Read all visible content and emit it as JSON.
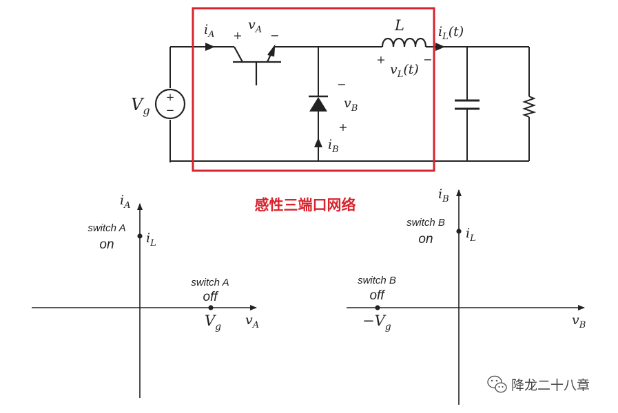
{
  "circuit": {
    "source": {
      "main": "V",
      "sub": "g"
    },
    "source_plus": "+",
    "source_minus": "−",
    "ia": {
      "main": "i",
      "sub": "A"
    },
    "va": {
      "main": "v",
      "sub": "A"
    },
    "va_plus": "+",
    "va_minus": "−",
    "inductor": "L",
    "il": {
      "main": "i",
      "sub": "L",
      "suffix": "(t)"
    },
    "vl": {
      "main": "v",
      "sub": "L",
      "suffix": "(t)"
    },
    "vl_plus": "+",
    "vl_minus": "−",
    "vb": {
      "main": "v",
      "sub": "B"
    },
    "vb_minus": "−",
    "vb_plus": "+",
    "ib": {
      "main": "i",
      "sub": "B"
    }
  },
  "highlight": {
    "caption": "感性三端口网络",
    "color": "#d9232c"
  },
  "plot_a": {
    "y_axis": {
      "main": "i",
      "sub": "A"
    },
    "x_axis": {
      "main": "v",
      "sub": "A"
    },
    "on_label": [
      "switch A",
      "on"
    ],
    "on_value": {
      "main": "i",
      "sub": "L"
    },
    "off_label": [
      "switch A",
      "off"
    ],
    "off_value": {
      "main": "V",
      "sub": "g"
    }
  },
  "plot_b": {
    "y_axis": {
      "main": "i",
      "sub": "B"
    },
    "x_axis": {
      "main": "v",
      "sub": "B"
    },
    "on_label": [
      "switch B",
      "on"
    ],
    "on_value": {
      "main": "i",
      "sub": "L"
    },
    "off_label": [
      "switch B",
      "off"
    ],
    "off_value": {
      "main": "−V",
      "sub": "g"
    }
  },
  "watermark": {
    "text": "降龙二十八章",
    "icon": "wechat-icon"
  }
}
